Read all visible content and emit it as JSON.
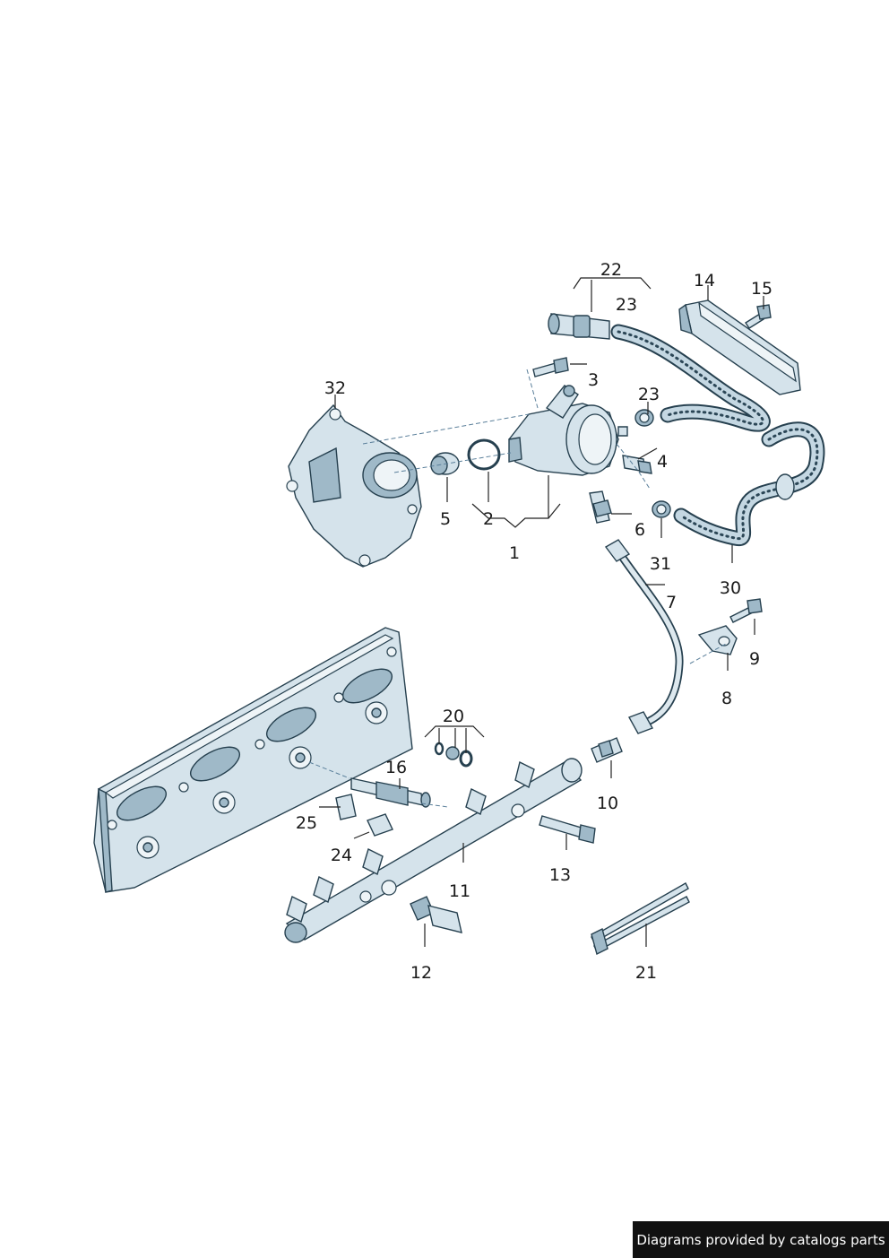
{
  "callouts": [
    "1",
    "2",
    "3",
    "4",
    "5",
    "6",
    "7",
    "8",
    "9",
    "10",
    "11",
    "12",
    "13",
    "14",
    "15",
    "16",
    "20",
    "21",
    "22",
    "23",
    "23",
    "24",
    "25",
    "30",
    "31",
    "32"
  ],
  "credit": "Diagrams provided by catalogs parts"
}
